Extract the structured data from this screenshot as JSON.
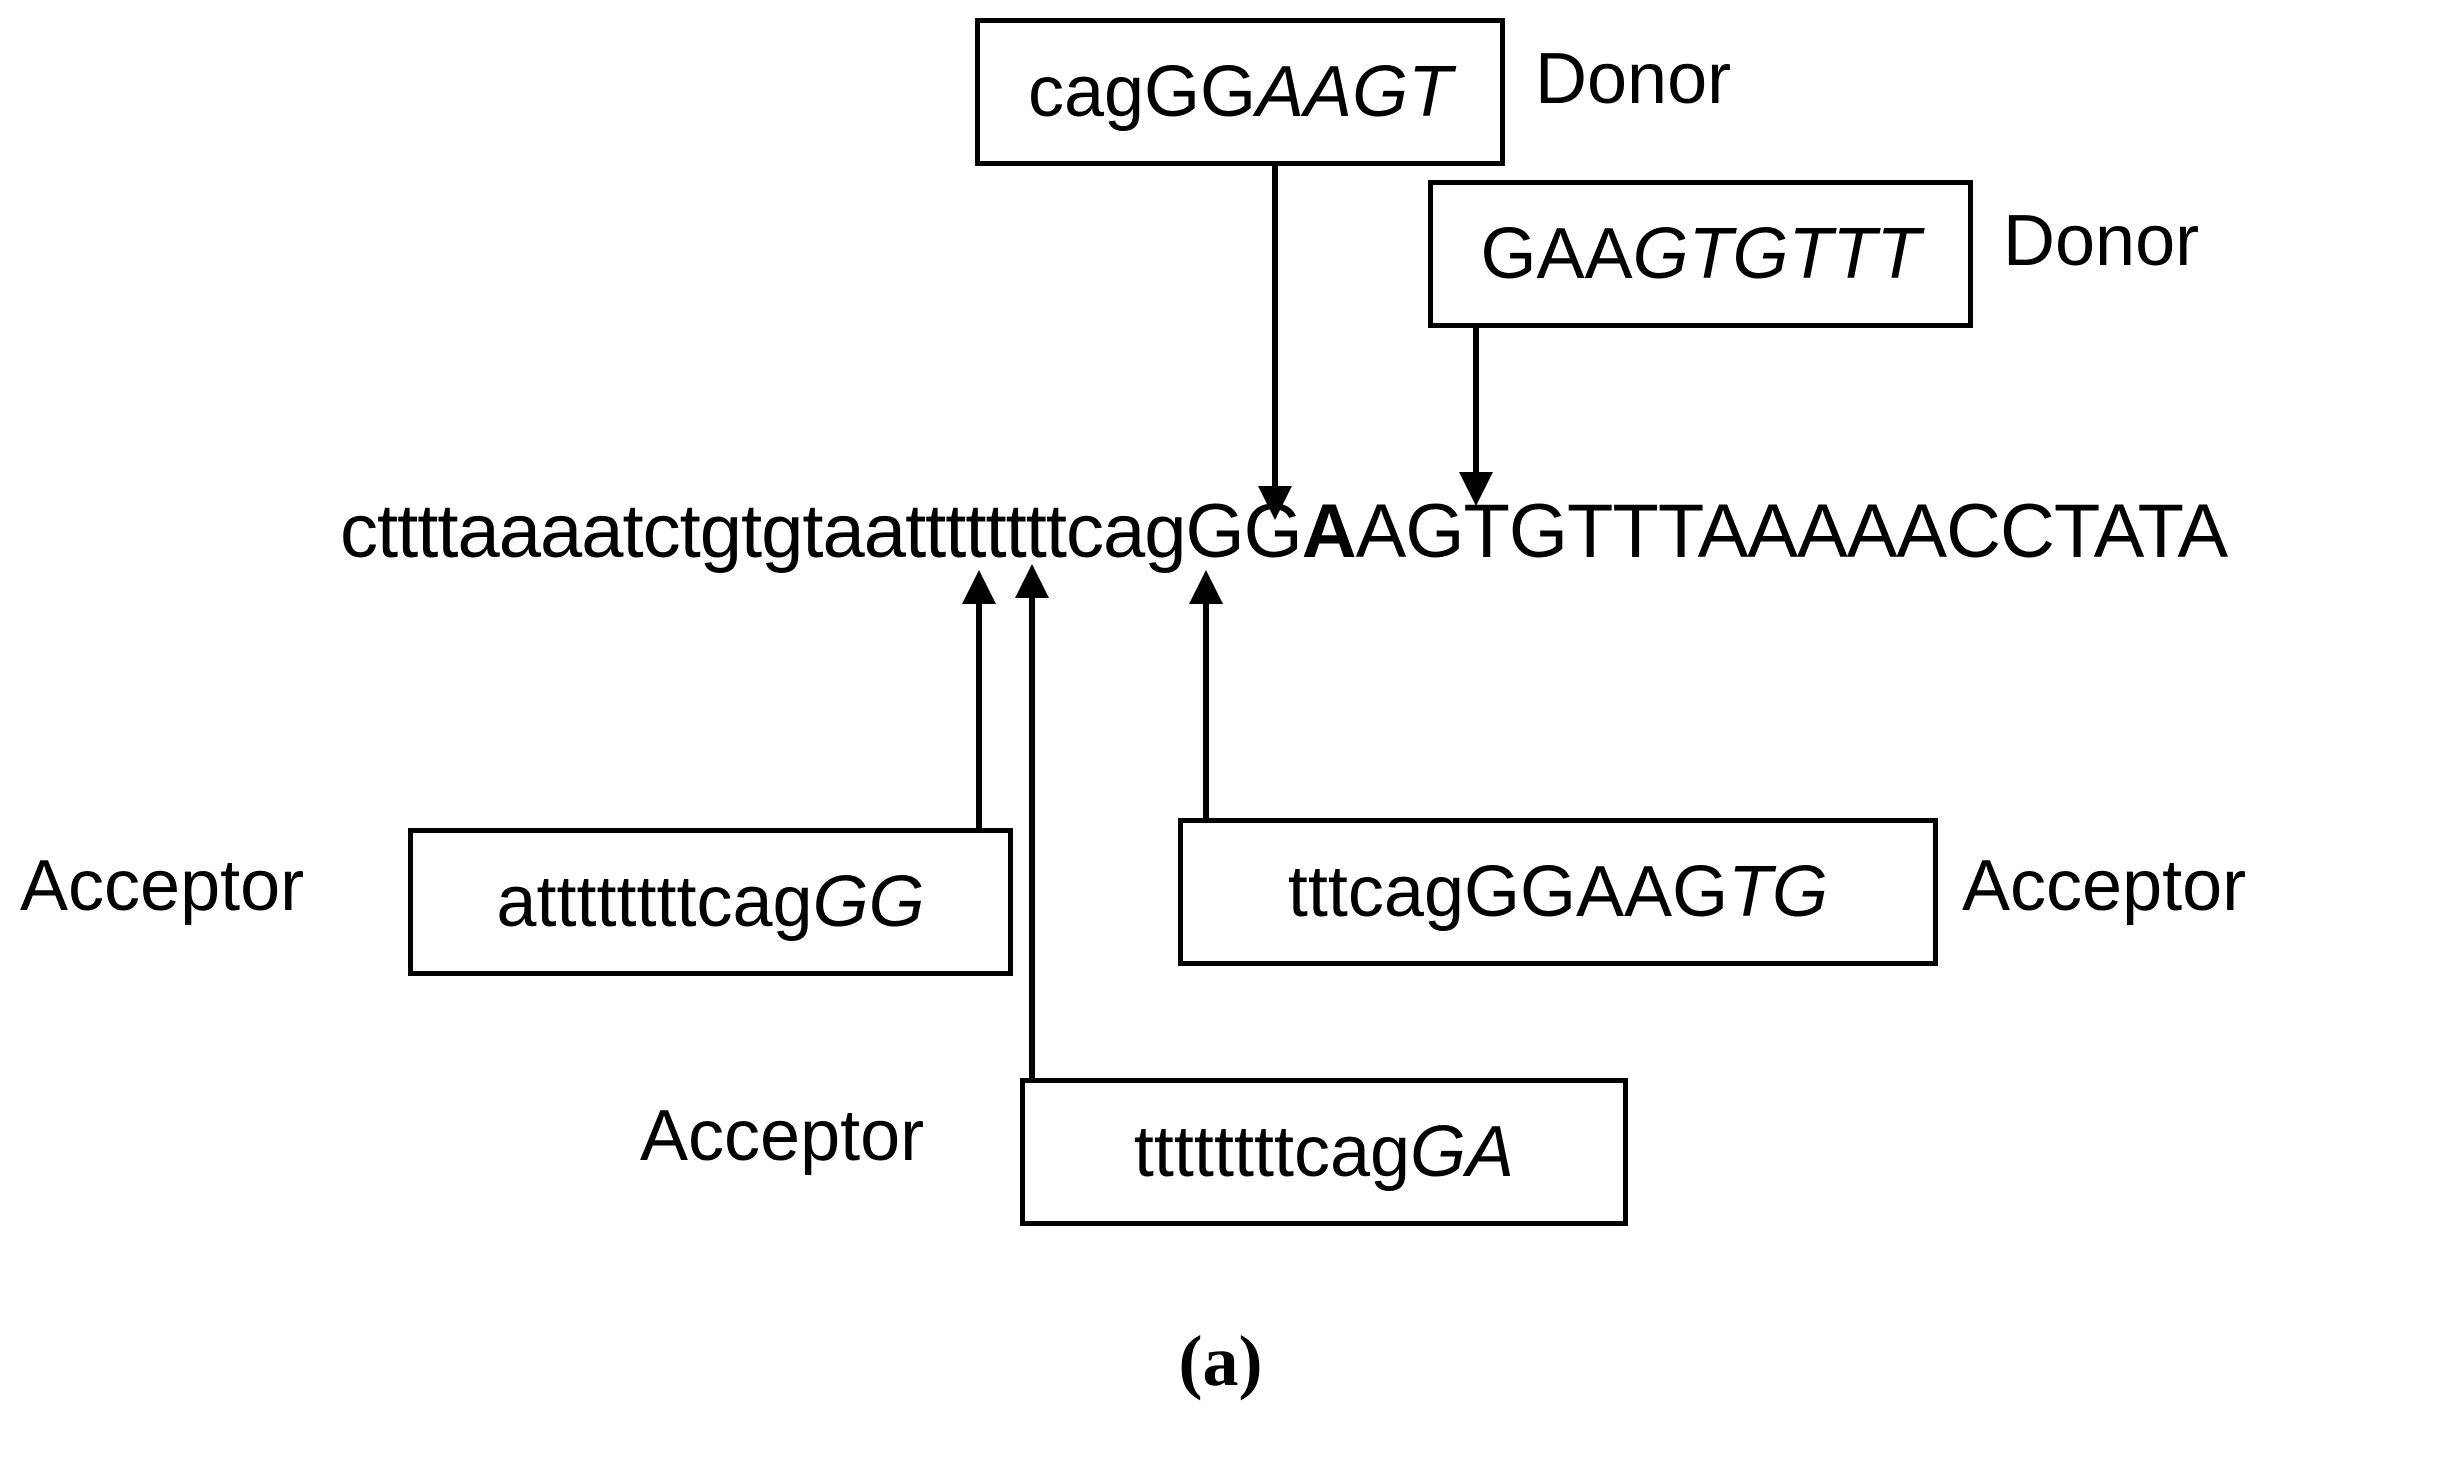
{
  "figure": {
    "panel_label": "(a)",
    "main_sequence": {
      "prefix": "cttttaaaatctgtgtaattttttttcagGG",
      "variant_base": "A",
      "suffix": "AGTGTTTAAAAACCTATA"
    }
  },
  "donors": [
    {
      "id": "donor-1",
      "plain": "cagGG",
      "italic": "AAGT",
      "label": "Donor"
    },
    {
      "id": "donor-2",
      "plain": "GAA",
      "italic": "GTGTTT",
      "label": "Donor"
    }
  ],
  "acceptors": [
    {
      "id": "acceptor-left",
      "plain": "attttttttcag",
      "italic": "GG",
      "label": "Acceptor"
    },
    {
      "id": "acceptor-right",
      "plain": "tttcagGGAAG",
      "italic": "TG",
      "label": "Acceptor"
    },
    {
      "id": "acceptor-bottom",
      "plain": "ttttttttcag",
      "italic": "GA",
      "label": "Acceptor"
    }
  ],
  "colors": {
    "ink": "#000000",
    "background": "#ffffff"
  }
}
